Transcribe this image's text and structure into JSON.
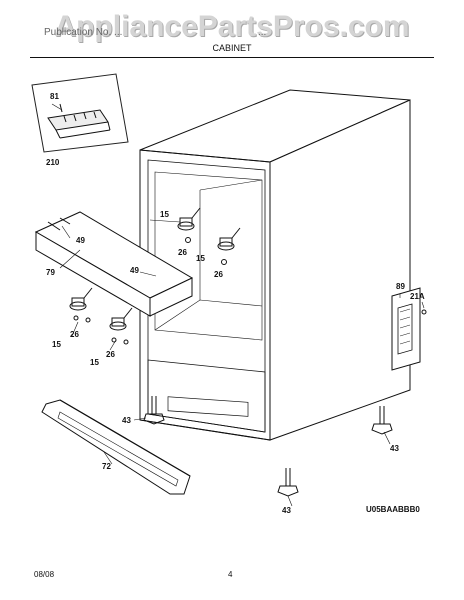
{
  "watermark": "AppliancePartsPros.com",
  "header": {
    "left": "Publication No. ...",
    "right": "...",
    "section": "CABINET"
  },
  "labels": {
    "p81": "81",
    "p210": "210",
    "p15a": "15",
    "p26a": "26",
    "p15b": "15",
    "p26b": "26",
    "p49a": "49",
    "p49b": "49",
    "p79": "79",
    "p15c": "15",
    "p26c": "26",
    "p15d": "15",
    "p26d": "26",
    "p89": "89",
    "p21a": "21A",
    "p43a": "43",
    "p43b": "43",
    "p43c": "43",
    "p72": "72"
  },
  "diagram_code": "U05BAABBB0",
  "footer": {
    "date": "08/08",
    "page": "4"
  }
}
